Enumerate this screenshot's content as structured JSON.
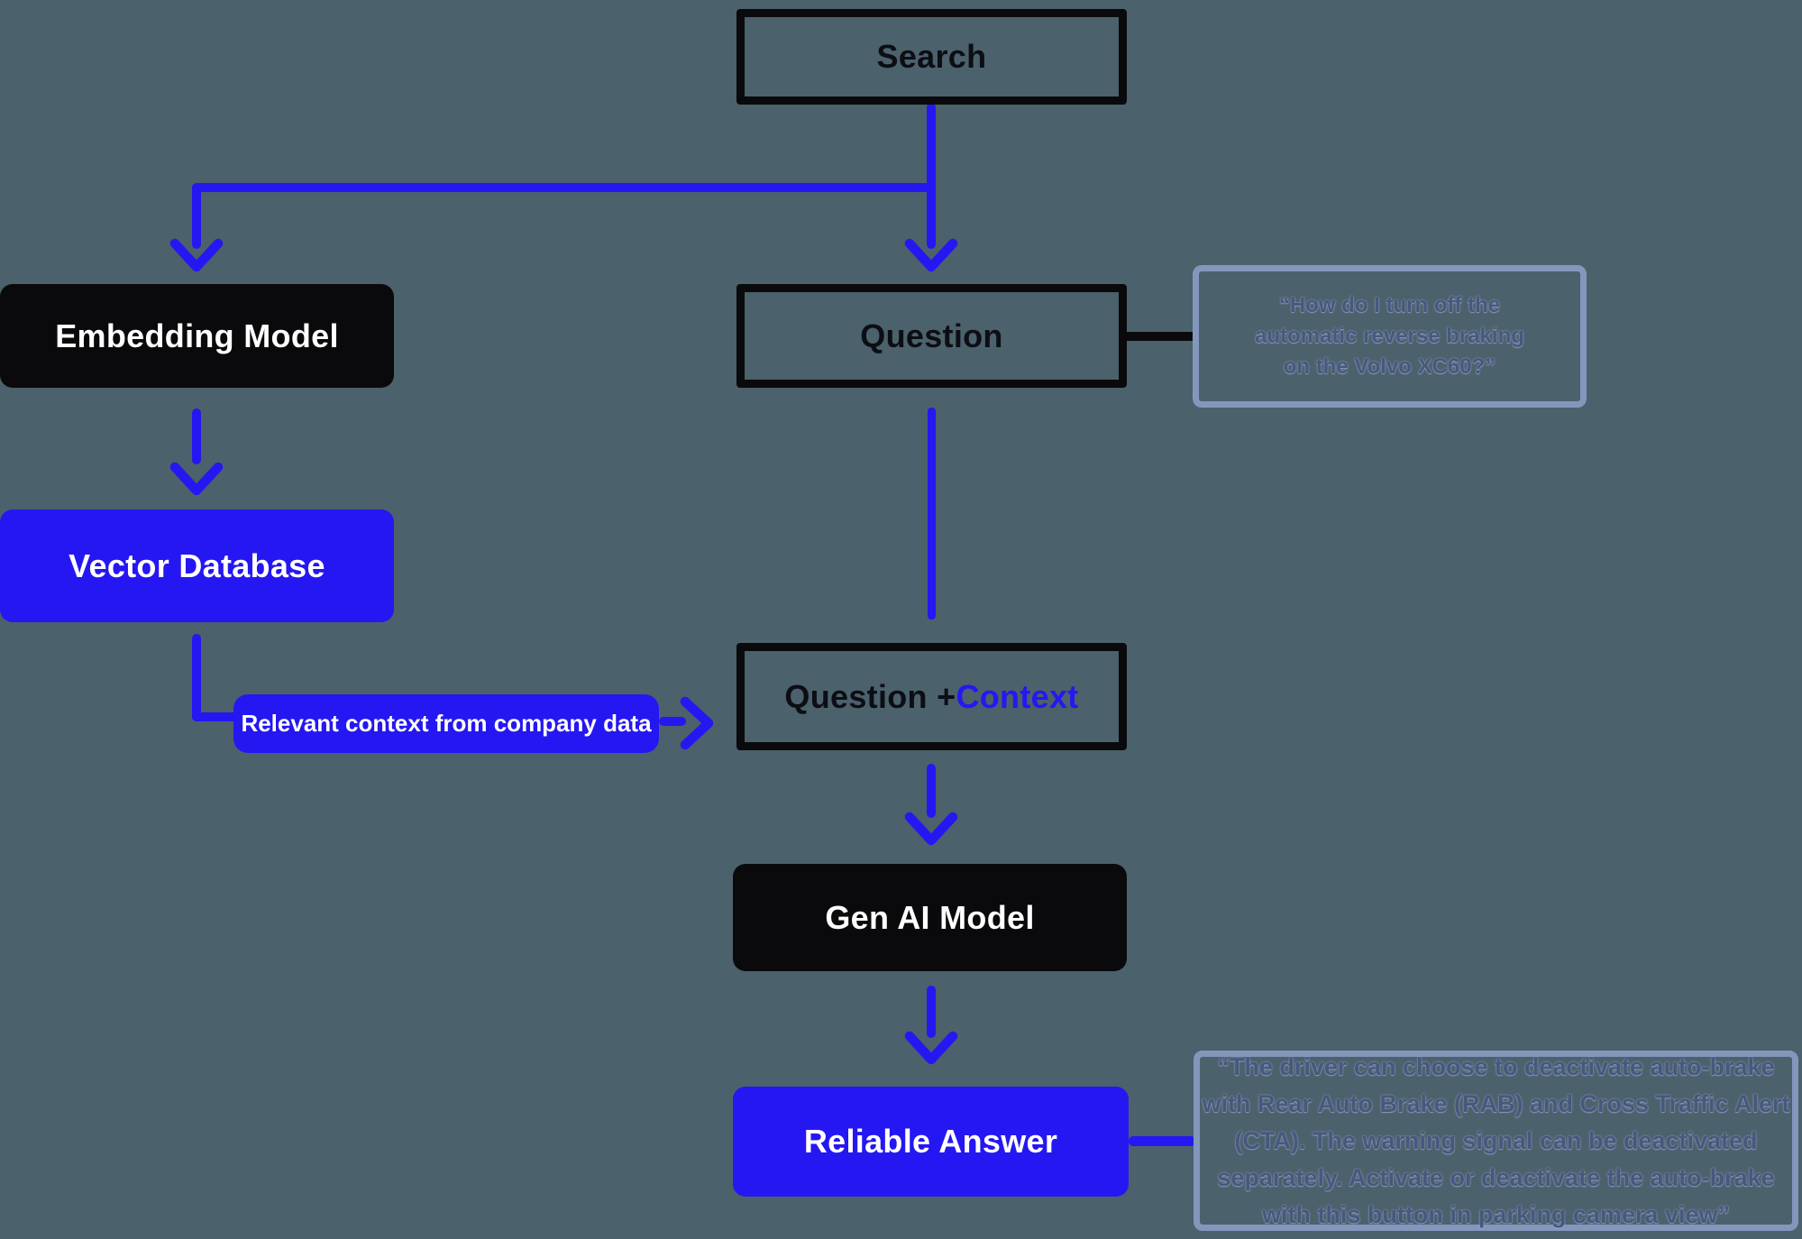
{
  "colors": {
    "bg": "#4b616c",
    "blue": "#2517f2",
    "black": "#0a0a0c",
    "quote-border": "#8397bd",
    "quote-text": "#47587e"
  },
  "nodes": {
    "search": "Search",
    "embedding_model": "Embedding Model",
    "vector_database": "Vector Database",
    "question": "Question",
    "question_context_prefix": "Question + ",
    "question_context_highlight": "Context",
    "gen_ai_model": "Gen AI Model",
    "reliable_answer": "Reliable Answer",
    "context_pill": "Relevant context from company data"
  },
  "quotes": {
    "question_example": {
      "lines": [
        "“How do I turn off the",
        "automatic reverse braking",
        "on the Volvo XC60?”"
      ]
    },
    "answer_example": {
      "lines": [
        "“The driver can choose to deactivate auto-brake",
        "with Rear Auto Brake (RAB) and Cross Traffic Alert",
        "(CTA). The warning signal can be deactivated",
        "separately. Activate or deactivate the auto-brake",
        "with this button in parking camera view”"
      ]
    }
  }
}
